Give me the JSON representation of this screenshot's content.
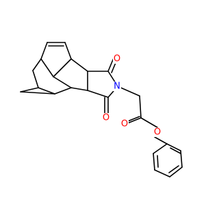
{
  "molecule": {
    "atoms": {
      "n1": {
        "symbol": "N",
        "color": "#0000FF"
      },
      "o1": {
        "symbol": "O",
        "color": "#FF0000"
      },
      "o2": {
        "symbol": "O",
        "color": "#FF0000"
      },
      "o3": {
        "symbol": "O",
        "color": "#FF0000"
      },
      "o4": {
        "symbol": "O",
        "color": "#FF0000"
      }
    },
    "bond_color": "#000000",
    "background": "#FFFFFF"
  }
}
